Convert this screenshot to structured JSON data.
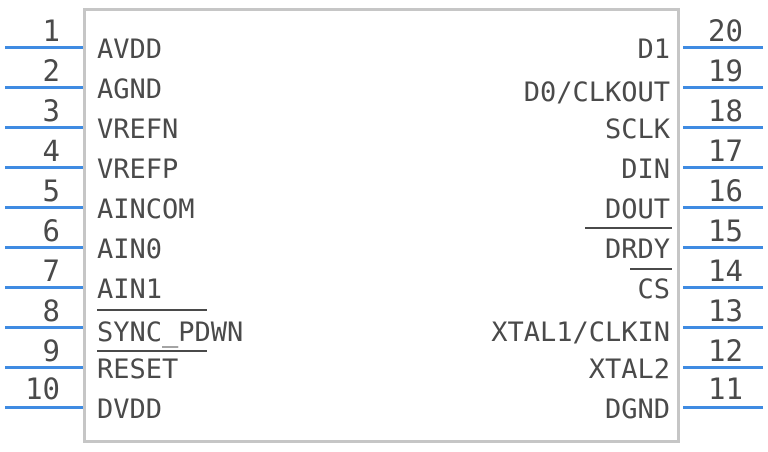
{
  "component": {
    "left_pins": [
      {
        "number": "1",
        "name": "AVDD"
      },
      {
        "number": "2",
        "name": "AGND"
      },
      {
        "number": "3",
        "name": "VREFN"
      },
      {
        "number": "4",
        "name": "VREFP"
      },
      {
        "number": "5",
        "name": "AINCOM"
      },
      {
        "number": "6",
        "name": "AIN0"
      },
      {
        "number": "7",
        "name": "AIN1"
      },
      {
        "number": "8",
        "name": "SYNC_PDWN"
      },
      {
        "number": "9",
        "name": "RESET"
      },
      {
        "number": "10",
        "name": "DVDD"
      }
    ],
    "right_pins": [
      {
        "number": "20",
        "name": "D1"
      },
      {
        "number": "19",
        "name": "D0/CLKOUT"
      },
      {
        "number": "18",
        "name": "SCLK"
      },
      {
        "number": "17",
        "name": "DIN"
      },
      {
        "number": "16",
        "name": "DOUT"
      },
      {
        "number": "15",
        "name": "DRDY"
      },
      {
        "number": "14",
        "name": "CS"
      },
      {
        "number": "13",
        "name": "XTAL1/CLKIN"
      },
      {
        "number": "12",
        "name": "XTAL2"
      },
      {
        "number": "11",
        "name": "DGND"
      }
    ]
  },
  "colors": {
    "pin_line": "#3f8be2",
    "body_outline": "#c6c6c6",
    "text": "#4a4a4a"
  }
}
